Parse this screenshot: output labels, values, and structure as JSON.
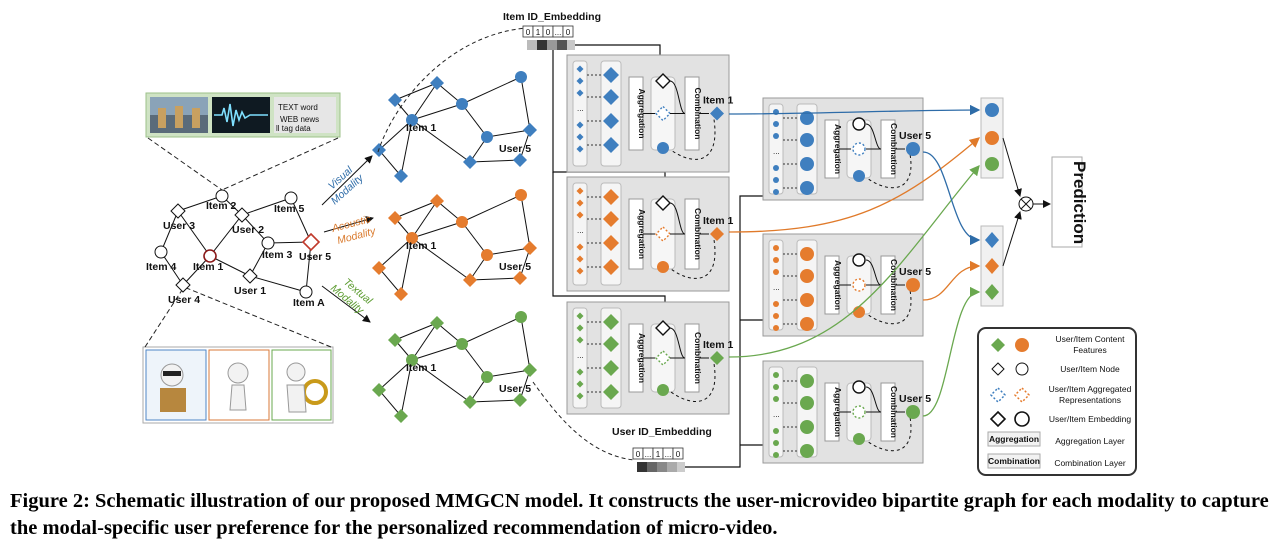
{
  "figure": {
    "item_embedding_title": "Item ID_Embedding",
    "item_embedding_cells": [
      "0",
      "1",
      "0",
      "...",
      "0"
    ],
    "user_embedding_title": "User ID_Embedding",
    "user_embedding_cells": [
      "0",
      "...",
      "1",
      "...",
      "0"
    ],
    "bipartite_labels": {
      "item1": "Item 1",
      "item2": "Item 2",
      "item3": "Item 3",
      "item4": "Item 4",
      "item5": "Item 5",
      "itemA": "Item A",
      "user1": "User 1",
      "user2": "User 2",
      "user3": "User 3",
      "user4": "User 4",
      "user5": "User 5"
    },
    "modalities": [
      {
        "line1": "Visual",
        "line2": "Modality",
        "color": "#2e6ca8"
      },
      {
        "line1": "Acoustic",
        "line2": "Modality",
        "color": "#d9782a"
      },
      {
        "line1": "Textual",
        "line2": "Modality",
        "color": "#5a9a2e"
      }
    ],
    "graph_labels": {
      "item1": "Item 1",
      "user5": "User 5"
    },
    "aggregation": "Aggregation",
    "combination": "Combination",
    "item_out": "Item 1",
    "user_out": "User 5",
    "ellipsis": "...",
    "prediction": "Prediction",
    "colors": {
      "visual": "#3f7fbf",
      "acoustic": "#e57c2e",
      "textual": "#6aa84f",
      "panel": "#e2e2e2"
    },
    "legend": [
      {
        "icons": [
          "green-diamond",
          "orange-circle"
        ],
        "text1": "User/Item Content",
        "text2": "Features"
      },
      {
        "icons": [
          "white-diamond",
          "white-circle"
        ],
        "text1": "User/Item Node",
        "text2": ""
      },
      {
        "icons": [
          "blue-dashed-diamond",
          "orange-dashed-diamond"
        ],
        "text1": "User/Item Aggregated",
        "text2": "Representations"
      },
      {
        "icons": [
          "bold-diamond",
          "bold-circle"
        ],
        "text1": "User/Item Embedding",
        "text2": ""
      },
      {
        "box": "Aggregation",
        "text1": "Aggregation Layer",
        "text2": ""
      },
      {
        "box": "Combination",
        "text1": "Combination Layer",
        "text2": ""
      }
    ]
  },
  "caption": "Figure 2: Schematic illustration of our proposed MMGCN model. It constructs the user-microvideo bipartite graph for each modality to capture the modal-specific user preference for the personalized recommendation of micro-video."
}
